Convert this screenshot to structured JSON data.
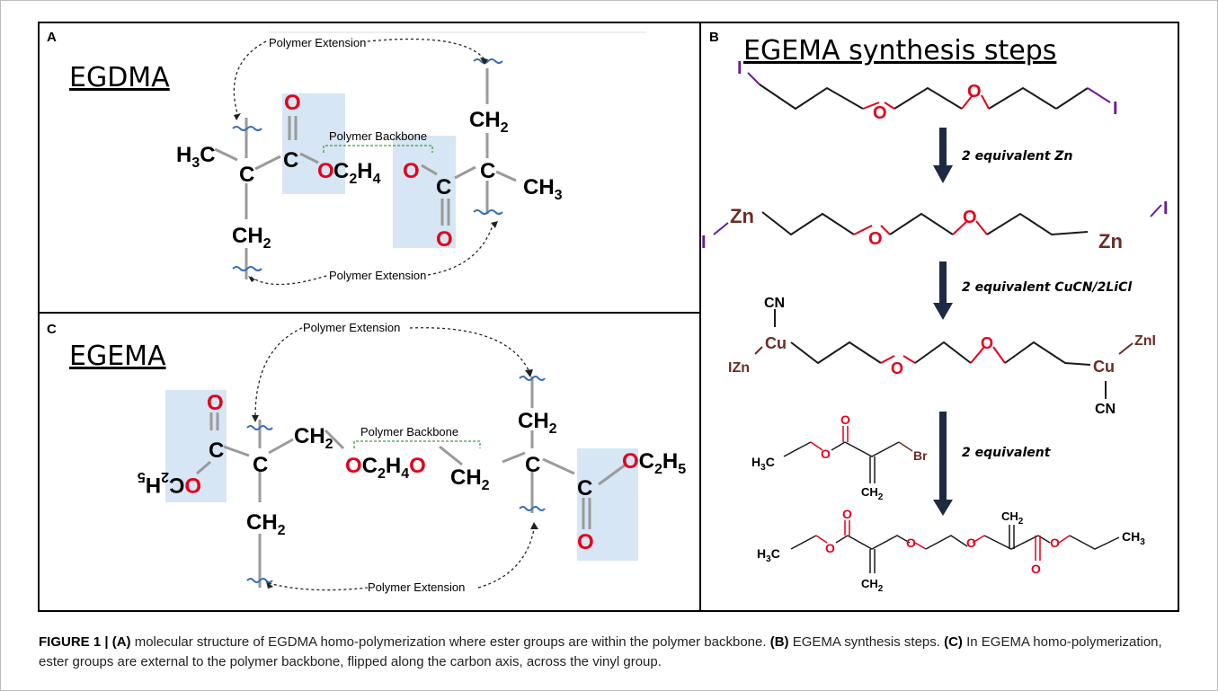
{
  "panel_a": {
    "letter": "A",
    "title": "EGDMA",
    "ext_label_top": "Polymer Extension",
    "ext_label_bottom": "Polymer Extension",
    "backbone_label": "Polymer Backbone",
    "atoms": {
      "h3c": "H",
      "h3c_sub": "3",
      "h3c_c": "C",
      "c1": "C",
      "c2": "C",
      "c3": "C",
      "c4": "C",
      "o_top": "O",
      "o_bottom": "O",
      "o_left": "O",
      "o_right": "O",
      "c2h4": "C",
      "c2h4_sub1": "2",
      "c2h4_h": "H",
      "c2h4_sub2": "4",
      "ch2_bottom": "CH",
      "ch2_bottom_sub": "2",
      "ch2_top": "CH",
      "ch2_top_sub": "2",
      "ch3": "CH",
      "ch3_sub": "3"
    }
  },
  "panel_b": {
    "letter": "B",
    "title": "EGEMA synthesis steps",
    "reagents": {
      "step1": "2 equivalent Zn",
      "step2": "2 equivalent CuCN/2LiCl",
      "step3": "2 equivalent"
    },
    "atoms": {
      "i": "I",
      "o": "O",
      "zn": "Zn",
      "cu": "Cu",
      "cn": "CN",
      "izn": "IZn",
      "zni": "ZnI",
      "br": "Br",
      "h3c": "H",
      "h3c_sub": "3",
      "h3c_c": "C",
      "ch2": "CH",
      "ch2_sub": "2",
      "ch3": "CH",
      "ch3_sub": "3"
    }
  },
  "panel_c": {
    "letter": "C",
    "title": "EGEMA",
    "ext_label_top": "Polymer Extension",
    "ext_label_bottom": "Polymer Extension",
    "backbone_label": "Polymer Backbone",
    "atoms": {
      "c": "C",
      "o": "O",
      "ch2": "CH",
      "ch2_sub": "2",
      "oc2h4o_o1": "O",
      "oc2h4o_c": "C",
      "oc2h4o_sub1": "2",
      "oc2h4o_h": "H",
      "oc2h4o_sub2": "4",
      "oc2h4o_o2": "O",
      "oc2h5_o": "O",
      "oc2h5_c": "C",
      "oc2h5_sub1": "2",
      "oc2h5_h": "H",
      "oc2h5_sub2": "5"
    }
  },
  "caption": {
    "prefix": "FIGURE 1 |",
    "a_label": "(A)",
    "a_text": " molecular structure of EGDMA homo-polymerization where ester groups are within the polymer backbone. ",
    "b_label": "(B)",
    "b_text": " EGEMA synthesis steps. ",
    "c_label": "(C)",
    "c_text": " In EGEMA homo-polymerization, ester groups are external to the polymer backbone, flipped along the carbon axis, across the vinyl group."
  },
  "colors": {
    "oxygen_red": "#e3001b",
    "highlight_blue": "#d6e6f4",
    "bond_gray": "#9a9a9a",
    "wave_blue": "#3a6fb5",
    "backbone_green": "#3aa13a",
    "iodine_purple": "#6a1b9a",
    "metal_brown": "#6b2d24"
  }
}
